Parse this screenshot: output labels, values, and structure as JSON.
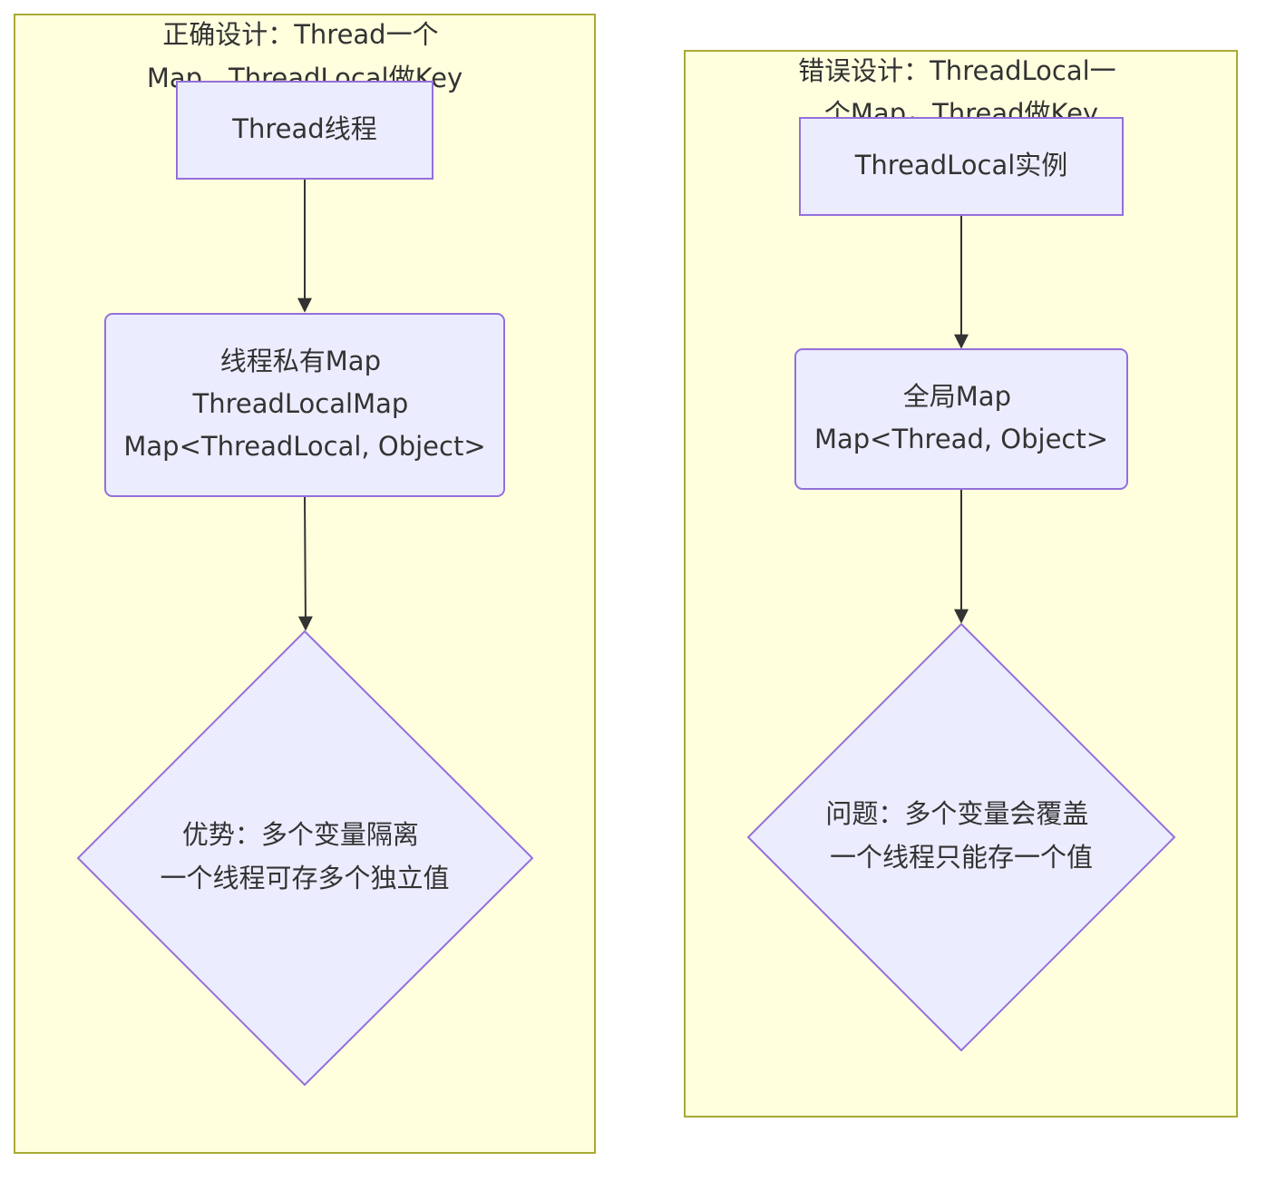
{
  "diagram": {
    "left_cluster": {
      "title_lines": [
        "正确设计：Thread一个",
        "Map，ThreadLocal做Key"
      ],
      "node_thread": {
        "lines": [
          "Thread线程"
        ]
      },
      "node_map": {
        "lines": [
          "线程私有Map",
          "ThreadLocalMap",
          "Map<ThreadLocal, Object>"
        ]
      },
      "node_decision": {
        "lines": [
          "优势：多个变量隔离",
          "一个线程可存多个独立值"
        ]
      }
    },
    "right_cluster": {
      "title_lines": [
        "错误设计：ThreadLocal一",
        "个Map，Thread做Key"
      ],
      "node_threadlocal": {
        "lines": [
          "ThreadLocal实例"
        ]
      },
      "node_map": {
        "lines": [
          "全局Map",
          "Map<Thread, Object>"
        ]
      },
      "node_decision": {
        "lines": [
          "问题：多个变量会覆盖",
          "一个线程只能存一个值"
        ]
      }
    },
    "colors": {
      "cluster_fill": "#ffffde",
      "cluster_stroke": "#aaaa33",
      "node_fill": "#ececff",
      "node_stroke": "#9370db",
      "edge": "#333333",
      "text": "#333333"
    }
  }
}
